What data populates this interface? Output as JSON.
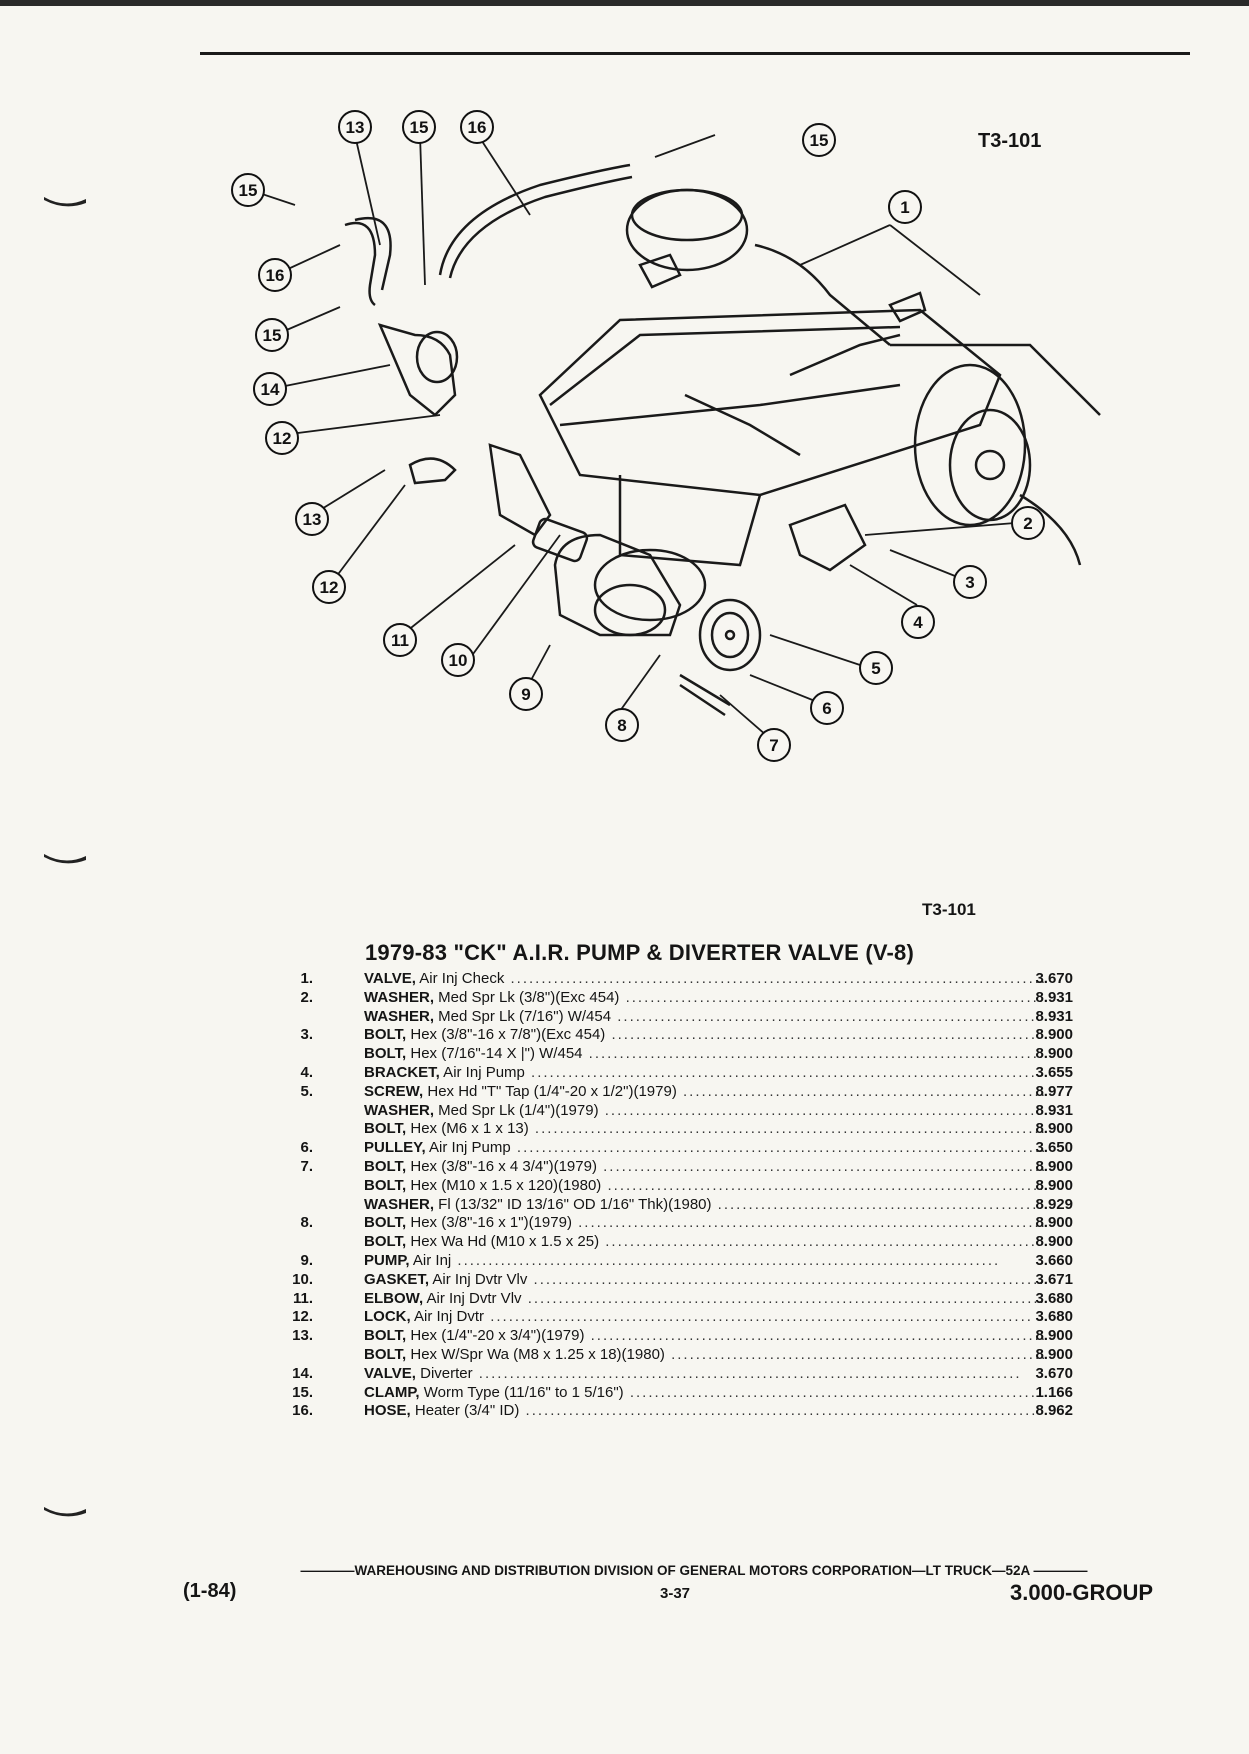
{
  "header": {
    "plate_id": "T3-101"
  },
  "diagram": {
    "callouts": [
      "1",
      "2",
      "3",
      "4",
      "5",
      "6",
      "7",
      "8",
      "9",
      "10",
      "11",
      "12",
      "13",
      "14",
      "15",
      "16"
    ],
    "caption": "T3-101"
  },
  "parts_list": {
    "title": "1979-83 \"CK\" A.I.R. PUMP & DIVERTER VALVE (V-8)",
    "rows": [
      {
        "num": "1.",
        "name": "VALVE,",
        "detail": " Air Inj Check",
        "group": "3.670"
      },
      {
        "num": "2.",
        "name": "WASHER,",
        "detail": " Med Spr Lk (3/8\")(Exc 454)",
        "group": "8.931"
      },
      {
        "num": "",
        "name": "WASHER,",
        "detail": " Med Spr Lk (7/16\") W/454",
        "group": "8.931"
      },
      {
        "num": "3.",
        "name": "BOLT,",
        "detail": " Hex (3/8\"-16 x 7/8\")(Exc 454)",
        "group": "8.900"
      },
      {
        "num": "",
        "name": "BOLT,",
        "detail": " Hex (7/16\"-14 X |\") W/454",
        "group": "8.900"
      },
      {
        "num": "4.",
        "name": "BRACKET,",
        "detail": " Air Inj Pump",
        "group": "3.655"
      },
      {
        "num": "5.",
        "name": "SCREW,",
        "detail": " Hex Hd \"T\" Tap (1/4\"-20 x 1/2\")(1979)",
        "group": "8.977"
      },
      {
        "num": "",
        "name": "WASHER,",
        "detail": " Med Spr Lk (1/4\")(1979)",
        "group": "8.931"
      },
      {
        "num": "",
        "name": "BOLT,",
        "detail": " Hex (M6 x 1 x 13)",
        "group": "8.900"
      },
      {
        "num": "6.",
        "name": "PULLEY,",
        "detail": " Air Inj Pump",
        "group": "3.650"
      },
      {
        "num": "7.",
        "name": "BOLT,",
        "detail": " Hex (3/8\"-16 x 4 3/4\")(1979)",
        "group": "8.900"
      },
      {
        "num": "",
        "name": "BOLT,",
        "detail": " Hex (M10 x 1.5 x 120)(1980)",
        "group": "8.900"
      },
      {
        "num": "",
        "name": "WASHER,",
        "detail": " Fl (13/32\" ID 13/16\" OD 1/16\" Thk)(1980)",
        "group": "8.929"
      },
      {
        "num": "8.",
        "name": "BOLT,",
        "detail": " Hex (3/8\"-16 x 1\")(1979)",
        "group": "8.900"
      },
      {
        "num": "",
        "name": "BOLT,",
        "detail": " Hex Wa Hd (M10 x 1.5 x 25)",
        "group": "8.900"
      },
      {
        "num": "9.",
        "name": "PUMP,",
        "detail": " Air Inj",
        "group": "3.660"
      },
      {
        "num": "10.",
        "name": "GASKET,",
        "detail": " Air Inj Dvtr Vlv",
        "group": "3.671"
      },
      {
        "num": "11.",
        "name": "ELBOW,",
        "detail": " Air Inj Dvtr Vlv",
        "group": "3.680"
      },
      {
        "num": "12.",
        "name": "LOCK,",
        "detail": " Air Inj Dvtr",
        "group": "3.680"
      },
      {
        "num": "13.",
        "name": "BOLT,",
        "detail": " Hex (1/4\"-20 x 3/4\")(1979)",
        "group": "8.900"
      },
      {
        "num": "",
        "name": "BOLT,",
        "detail": " Hex W/Spr Wa (M8 x 1.25 x 18)(1980)",
        "group": "8.900"
      },
      {
        "num": "14.",
        "name": "VALVE,",
        "detail": " Diverter",
        "group": "3.670"
      },
      {
        "num": "15.",
        "name": "CLAMP,",
        "detail": " Worm Type (11/16\" to 1 5/16\")",
        "group": "1.166"
      },
      {
        "num": "16.",
        "name": "HOSE,",
        "detail": " Heater (3/4\" ID)",
        "group": "8.962"
      }
    ]
  },
  "footer": {
    "division_line": "————WAREHOUSING AND DISTRIBUTION DIVISION OF GENERAL MOTORS CORPORATION—LT TRUCK—52A ————",
    "date": "(1-84)",
    "page": "3-37",
    "group": "3.000-GROUP"
  }
}
